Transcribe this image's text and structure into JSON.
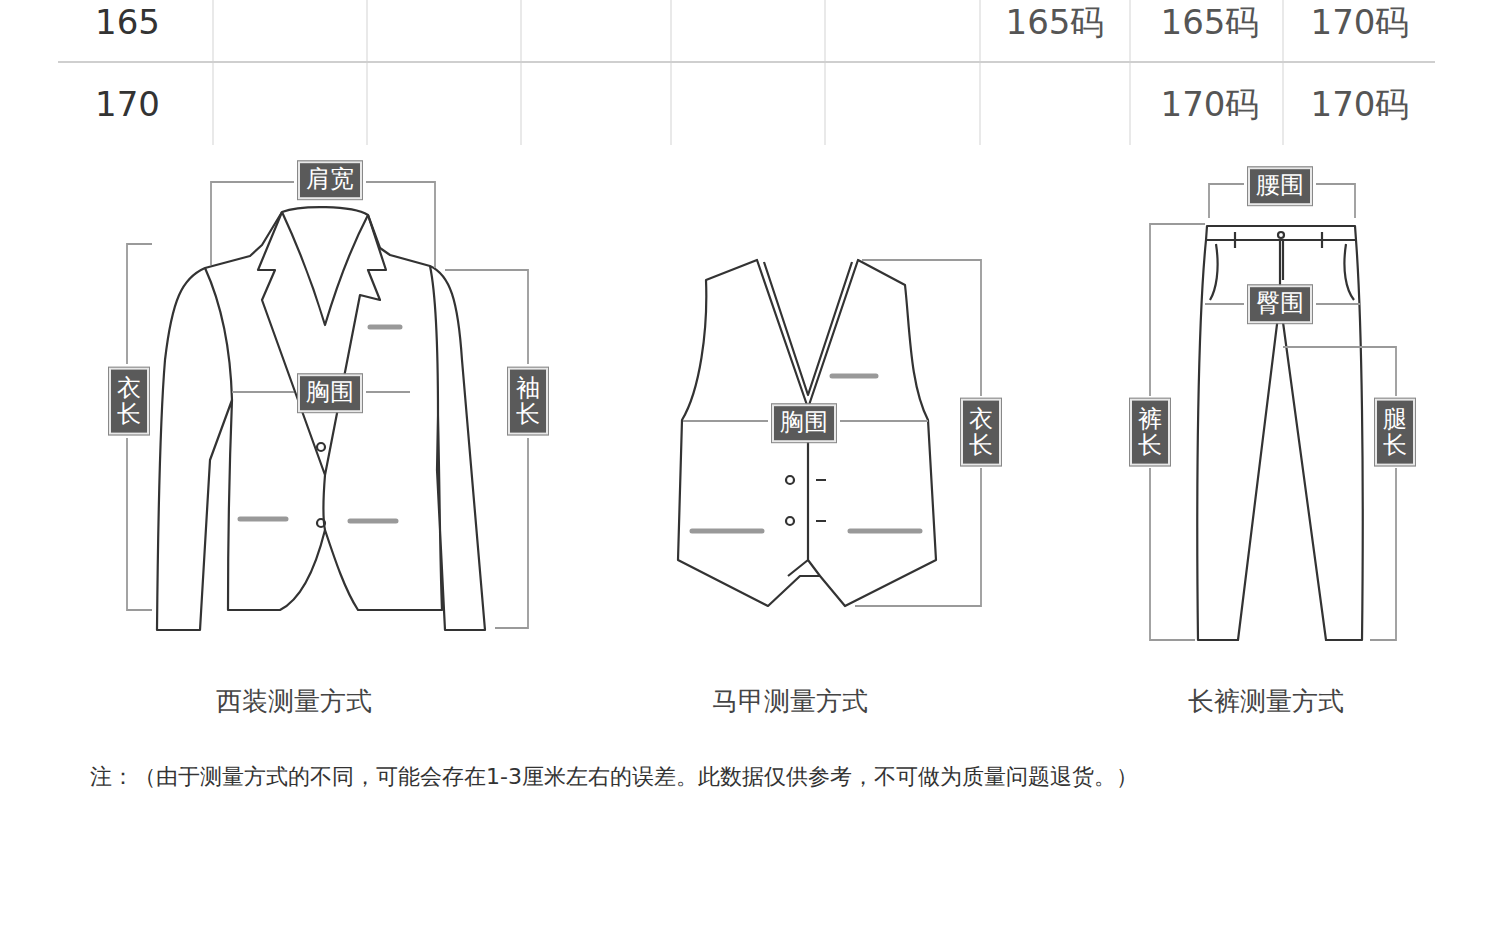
{
  "diagram": {
    "nodes": [
      {
        "text": [
          "肩宽"
        ]
      },
      {
        "text": [
          "衣长"
        ]
      },
      {
        "text": [
          "胸围"
        ]
      },
      {
        "text": [
          "袖长"
        ]
      },
      {
        "text": [
          "胸围"
        ]
      },
      {
        "text": [
          "衣长"
        ]
      },
      {
        "text": [
          "腰围"
        ]
      },
      {
        "text": [
          "臀围"
        ]
      },
      {
        "text": [
          "裤长"
        ]
      },
      {
        "text": [
          "腿长"
        ]
      }
    ],
    "labels": [
      "165",
      "165码",
      "165码",
      "170码",
      "170",
      "170码",
      "170码",
      "西装测量方式",
      "马甲测量方式",
      "长裤测量方式",
      "注：（由于测量方式的不同，可能会存在1-3厘米左右的误差。此数据仅供参考，不可做为质量问题退货。）"
    ]
  }
}
